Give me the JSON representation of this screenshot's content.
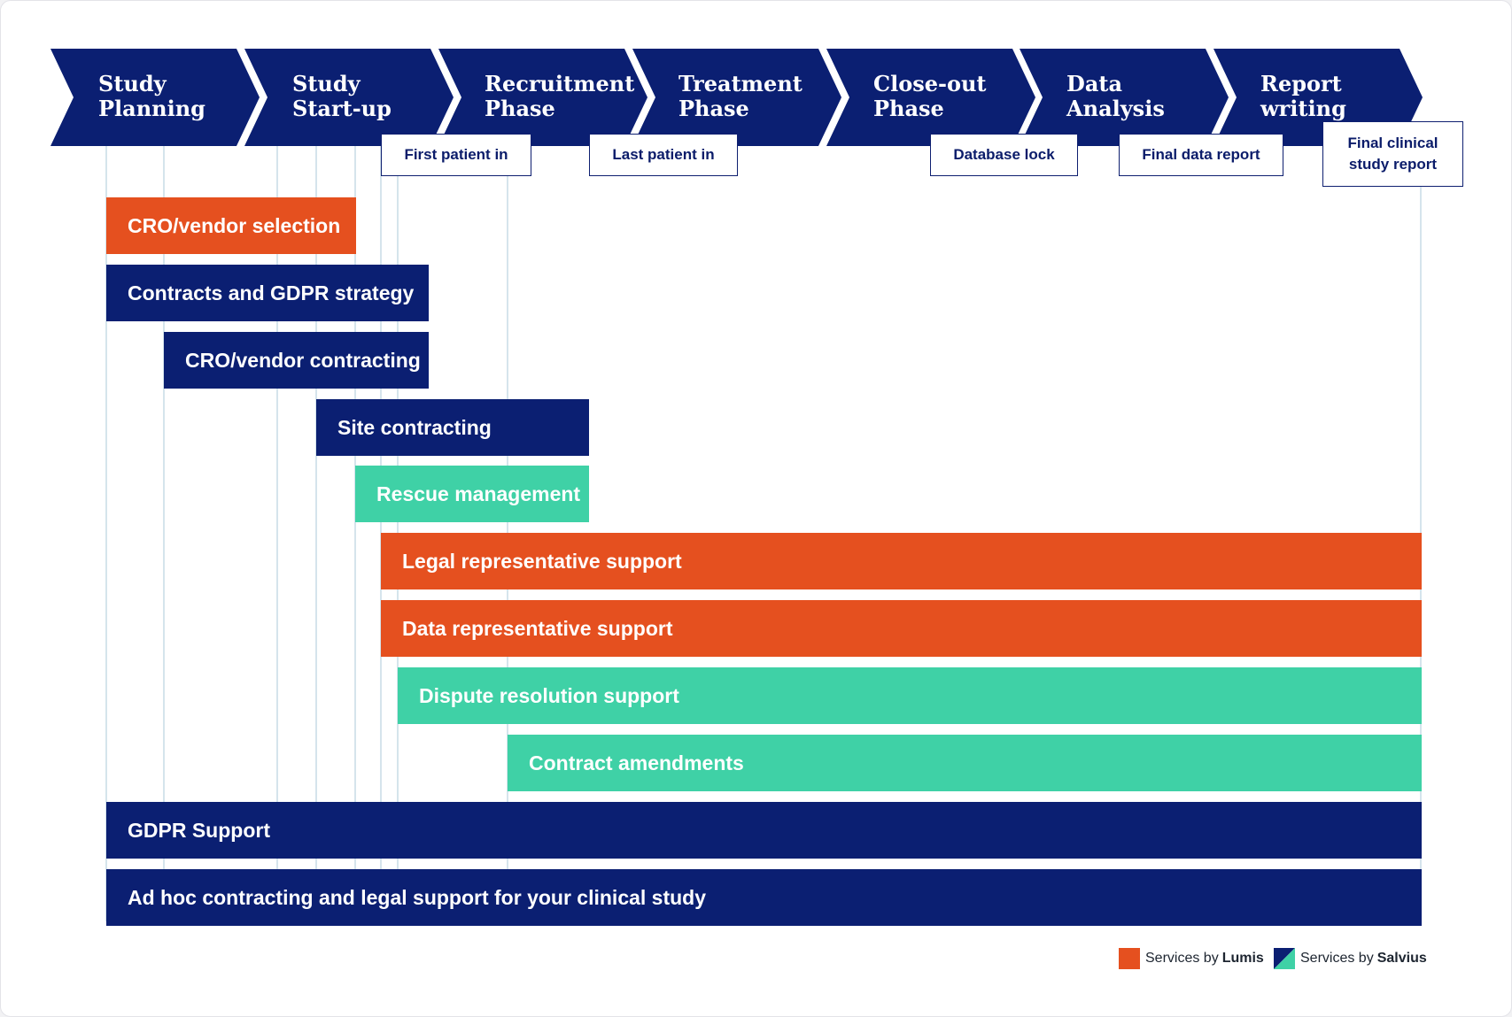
{
  "colors": {
    "navy": "#0b1f72",
    "orange": "#e5501f",
    "teal": "#3fd1a6",
    "gridline": "#c7dbe6"
  },
  "phases": [
    {
      "label": "Study\nPlanning"
    },
    {
      "label": "Study\nStart-up"
    },
    {
      "label": "Recruitment\nPhase"
    },
    {
      "label": "Treatment\nPhase"
    },
    {
      "label": "Close-out\nPhase"
    },
    {
      "label": "Data\nAnalysis"
    },
    {
      "label": "Report\nwriting"
    }
  ],
  "milestones": [
    {
      "label": "First patient in"
    },
    {
      "label": "Last patient in"
    },
    {
      "label": "Database lock"
    },
    {
      "label": "Final data report"
    },
    {
      "label": "Final clinical\nstudy report"
    }
  ],
  "services": [
    {
      "label": "CRO/vendor selection",
      "provider": "Lumis"
    },
    {
      "label": "Contracts and GDPR strategy",
      "provider": "Salvius"
    },
    {
      "label": "CRO/vendor contracting",
      "provider": "Salvius"
    },
    {
      "label": "Site contracting",
      "provider": "Salvius"
    },
    {
      "label": "Rescue management",
      "provider": "Salvius"
    },
    {
      "label": "Legal representative support",
      "provider": "Lumis"
    },
    {
      "label": "Data representative support",
      "provider": "Lumis"
    },
    {
      "label": "Dispute resolution support",
      "provider": "Salvius"
    },
    {
      "label": "Contract amendments",
      "provider": "Salvius"
    },
    {
      "label": "GDPR Support",
      "provider": "Salvius"
    },
    {
      "label": "Ad hoc contracting and legal support for your clinical study",
      "provider": "Salvius"
    }
  ],
  "legend": {
    "lumis_prefix": "Services by",
    "lumis_name": "Lumis",
    "salvius_prefix": "Services by",
    "salvius_name": "Salvius"
  }
}
